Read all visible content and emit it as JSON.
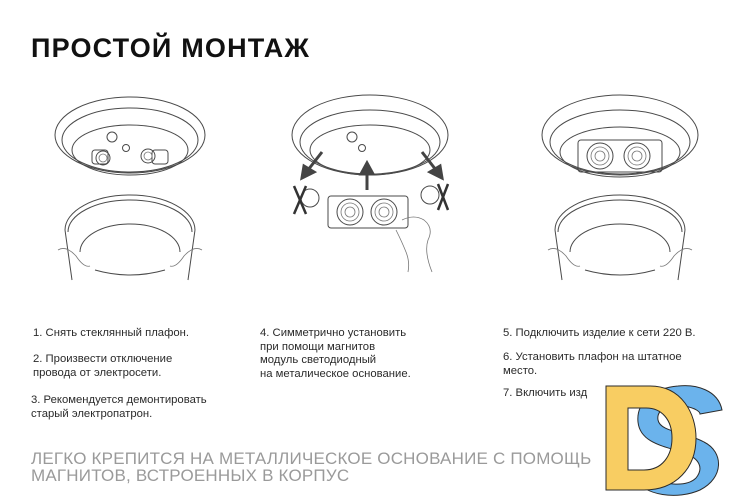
{
  "title": "ПРОСТОЙ МОНТАЖ",
  "illustrations": [
    {
      "name": "remove-shade",
      "caption_ref": "steps 1-3"
    },
    {
      "name": "install-led-module",
      "caption_ref": "step 4"
    },
    {
      "name": "reinstall-shade",
      "caption_ref": "steps 5-7"
    }
  ],
  "steps": {
    "col1": [
      "1.  Снять стеклянный плафон.",
      "2. Произвести отключение\n    провода от электросети.",
      "3. Рекомендуется демонтировать\n    старый электропатрон."
    ],
    "col2": [
      "4. Симметрично установить\n    при помощи магнитов\n    модуль светодиодный\n    на металическое основание."
    ],
    "col3": [
      "5. Подключить изделие к сети 220 В.",
      "6. Установить  плафон на штатное\n    место.",
      "7. Включить изд"
    ]
  },
  "footer": {
    "line1": "ЛЕГКО КРЕПИТСЯ НА МЕТАЛЛИЧЕСКОЕ ОСНОВАНИЕ С ПОМОЩЬ",
    "line2": "МАГНИТОВ, ВСТРОЕННЫХ В КОРПУС"
  },
  "logo": {
    "text": "DS",
    "colors": {
      "d": "#F8CD62",
      "s": "#6BB3EC",
      "outline": "#2b2b2b"
    }
  }
}
